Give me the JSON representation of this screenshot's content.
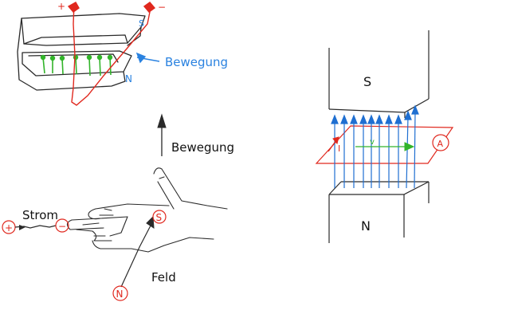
{
  "labels": {
    "bewegung_top": "Bewegung",
    "bewegung_hand": "Bewegung",
    "strom": "Strom",
    "feld": "Feld",
    "pole_s_magnet": "S",
    "pole_n_magnet": "N",
    "plus": "+",
    "minus": "−",
    "hand_s": "S",
    "hand_n": "N",
    "small_s": "S",
    "small_n": "N",
    "current_i": "I",
    "velocity_v": "v",
    "ammeter_a": "A"
  },
  "colors": {
    "outline": "#2a2a2a",
    "field_blue": "#1f6fd1",
    "motion_blue": "#2a82e0",
    "conductor_red": "#e0281e",
    "green": "#32b42a"
  }
}
